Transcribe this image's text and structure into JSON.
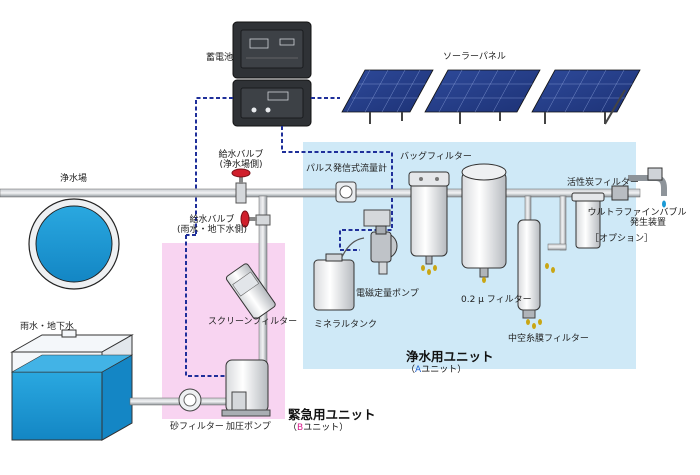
{
  "labels": {
    "battery": "蓄電池",
    "solar_panel": "ソーラーパネル",
    "water_intake": "浄水場",
    "rain_ground_water": "雨水・地下水",
    "supply_valve_plant_1": "給水バルブ",
    "supply_valve_plant_2": "(浄水場側)",
    "supply_valve_rain_1": "給水バルブ",
    "supply_valve_rain_2": "(雨水・地下水側)",
    "pulse_flowmeter": "パルス発信式流量計",
    "bag_filter": "バッグフィルター",
    "micron_filter": "0.2 μ フィルター",
    "carbon_filter": "活性炭フィルター",
    "ufb_1": "ウルトラファインバブル",
    "ufb_2": "発生装置",
    "option": "［オプション］",
    "metering_pump": "電磁定量ポンプ",
    "mineral_tank": "ミネラルタンク",
    "screen_filter": "スクリーンフィルター",
    "hollow_fiber_filter": "中空糸膜フィルター",
    "sand_filter": "砂フィルター",
    "booster_pump": "加圧ポンプ"
  },
  "units": {
    "purification": {
      "title": "浄水用ユニット",
      "prefix": "（",
      "letter": "A",
      "suffix": "ユニット）"
    },
    "emergency": {
      "title": "緊急用ユニット",
      "prefix": "（",
      "letter": "B",
      "suffix": "ユニット）"
    }
  },
  "colors": {
    "unit_a_bg": "#cfe9f7",
    "unit_b_bg": "#f8d4f1",
    "wire": "#1f2f9a",
    "pipe": "#9aa0a6",
    "water": "#1b9ad6",
    "valve": "#d01f2c",
    "unit_a_accent": "#1a5fd0",
    "unit_b_accent": "#d81b8c"
  }
}
